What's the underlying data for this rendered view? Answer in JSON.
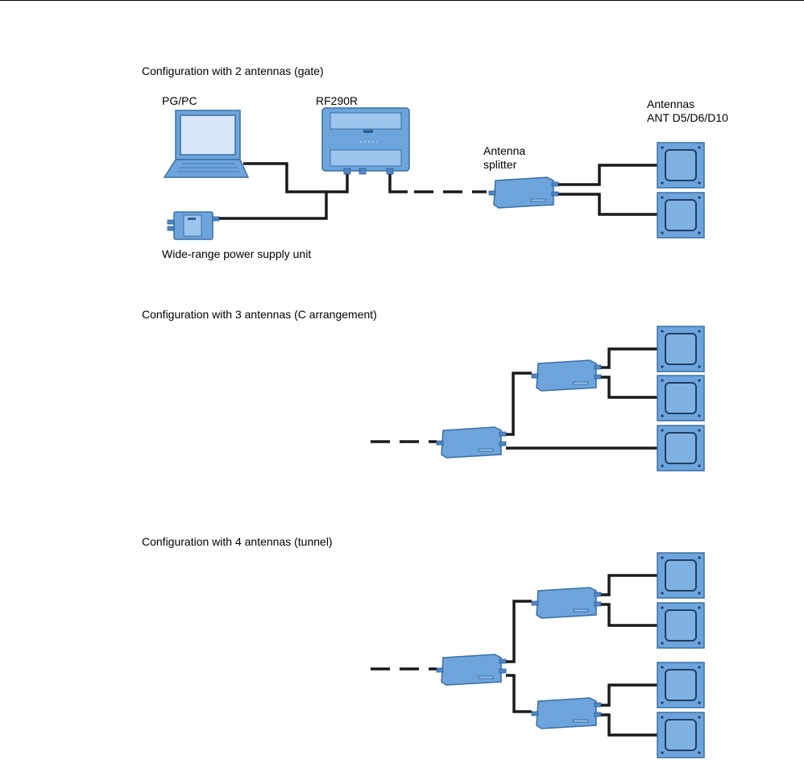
{
  "sections": {
    "gate": {
      "title": "Configuration with 2 antennas (gate)"
    },
    "c_arrangement": {
      "title": "Configuration with 3 antennas (C arrangement)"
    },
    "tunnel": {
      "title": "Configuration with 4 antennas (tunnel)"
    }
  },
  "labels": {
    "pgpc": "PG/PC",
    "reader": "RF290R",
    "antennas_line1": "Antennas",
    "antennas_line2": "ANT D5/D6/D10",
    "splitter_line1": "Antenna",
    "splitter_line2": "splitter",
    "power_supply": "Wide-range power supply unit"
  },
  "colors": {
    "device_fill": "#6ea4dc",
    "device_stroke": "#3a6fa6",
    "cable": "#1a1a1a"
  },
  "icons": {
    "computer": "laptop-icon",
    "reader": "reader-icon",
    "splitter": "splitter-icon",
    "antenna": "antenna-icon",
    "power": "power-supply-icon"
  }
}
